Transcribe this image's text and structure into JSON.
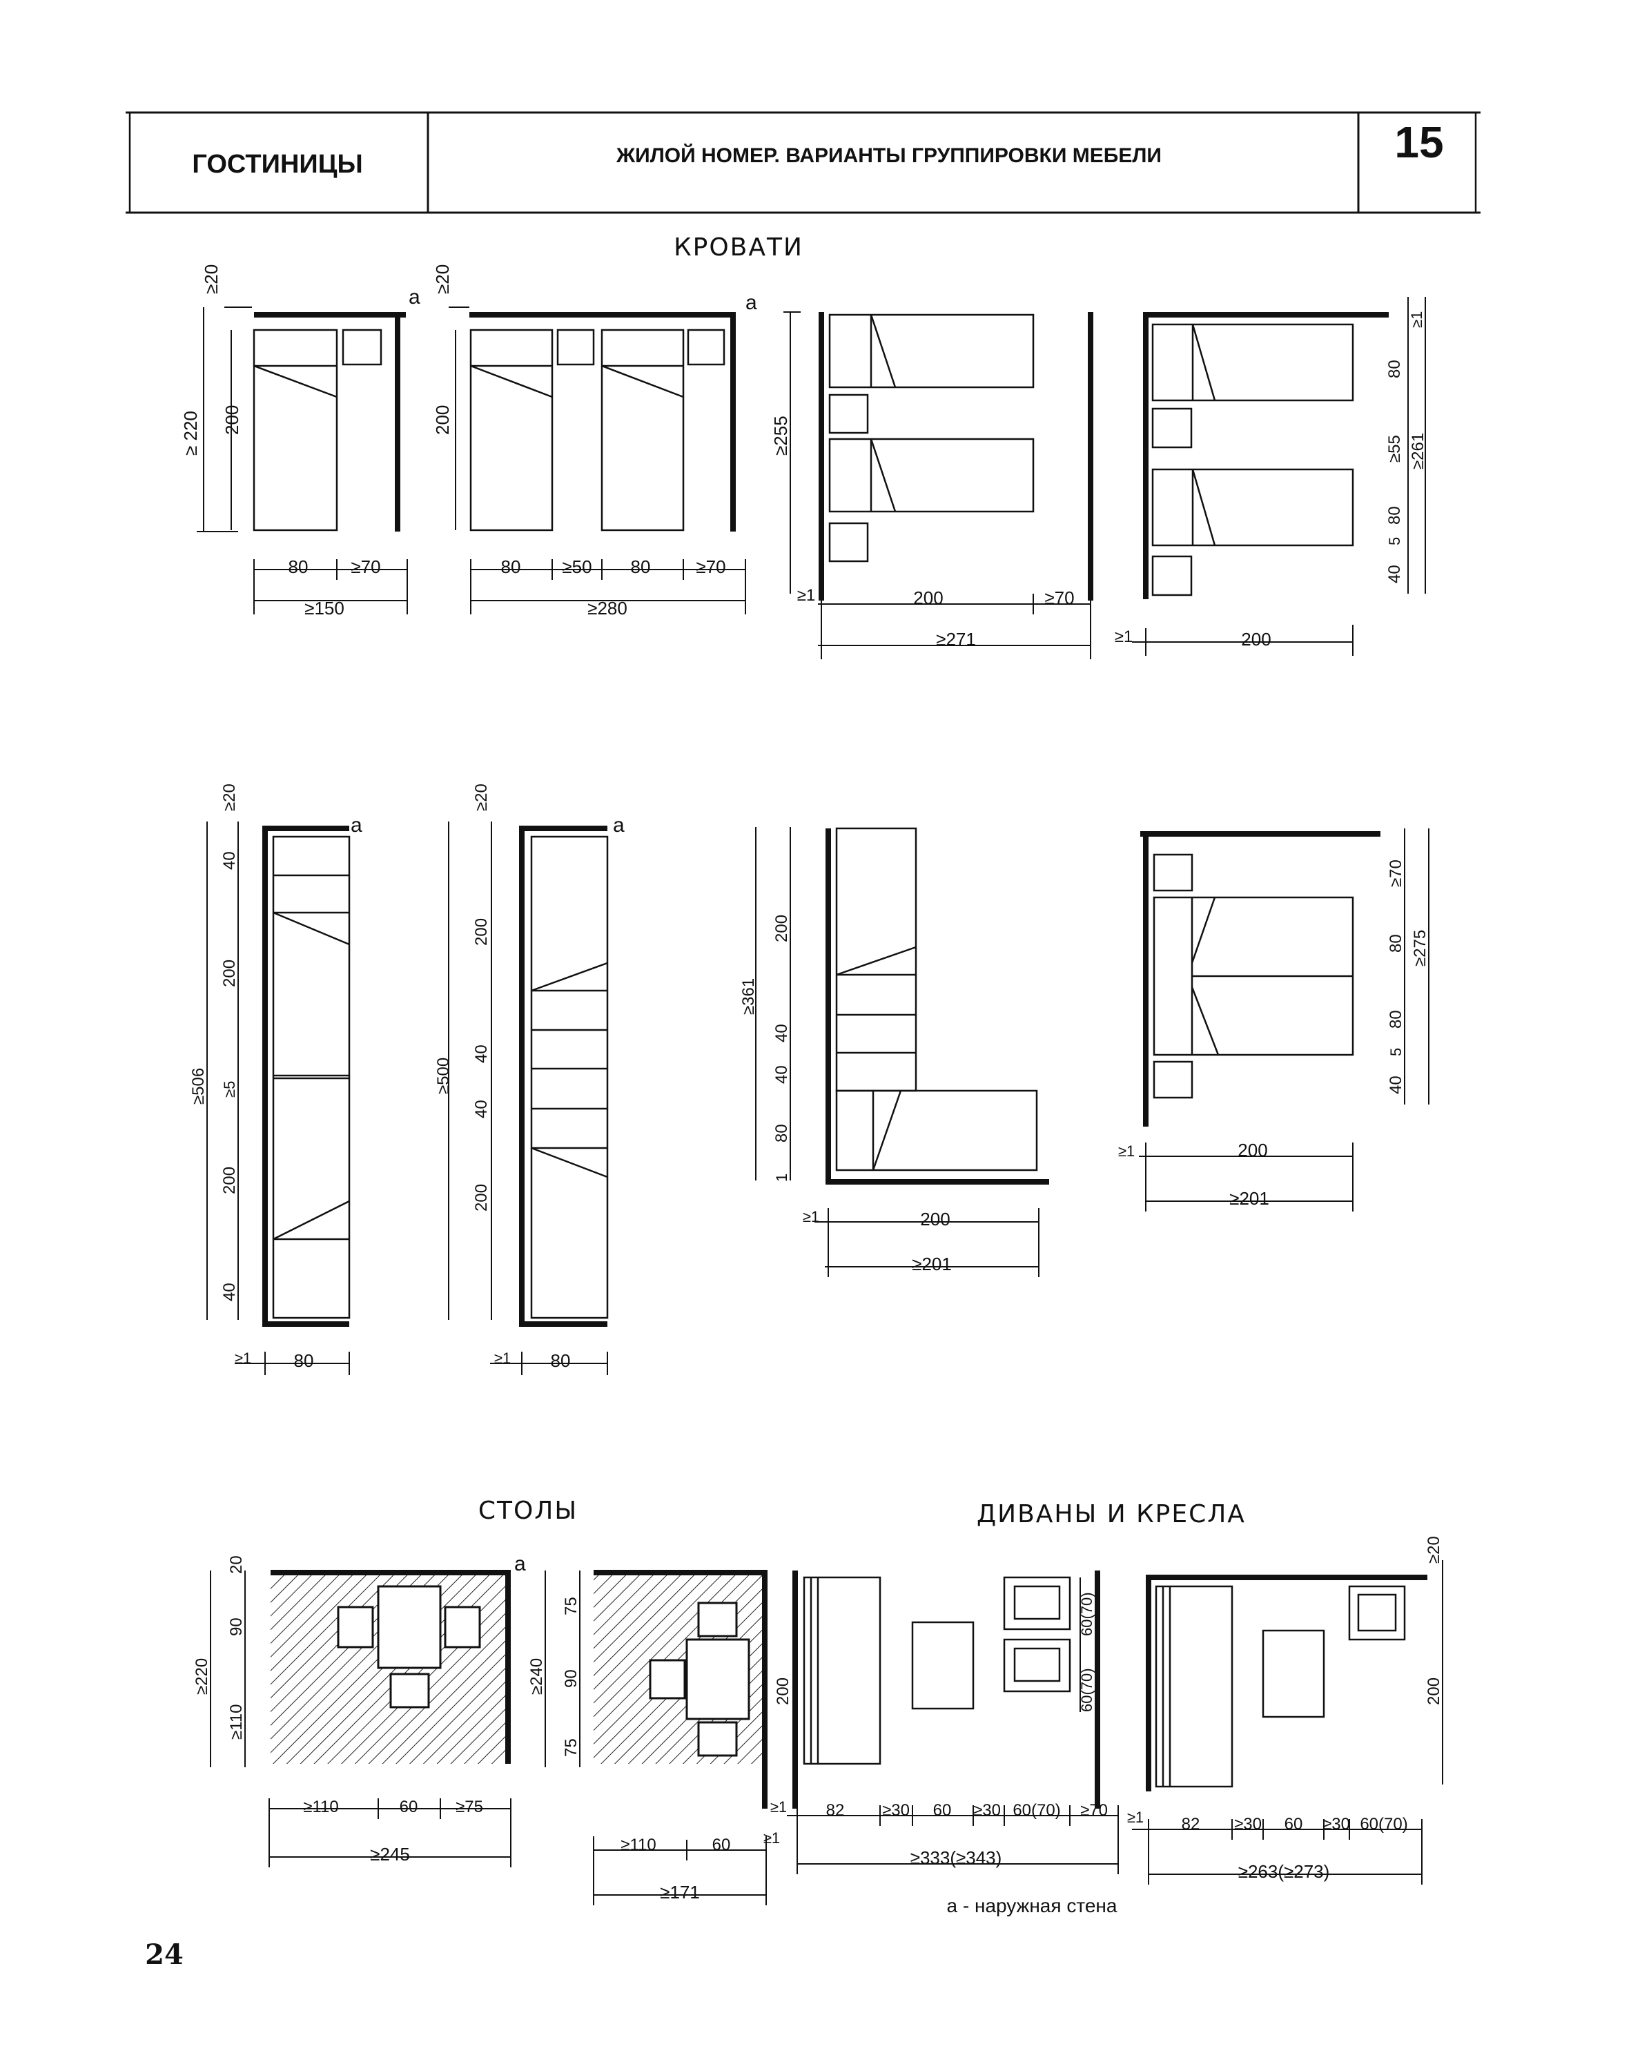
{
  "header": {
    "section": "ГОСТИНИЦЫ",
    "title": "ЖИЛОЙ НОМЕР. ВАРИАНТЫ ГРУППИРОВКИ МЕБЕЛИ",
    "number": "15"
  },
  "sections": {
    "beds": "КРОВАТИ",
    "tables": "СТОЛЫ",
    "sofas": "ДИВАНЫ И КРЕСЛА"
  },
  "wall_mark": "а",
  "legend": "а - наружная стена",
  "page_number": "24",
  "dims": {
    "b1_top": "≥20",
    "b1_h": "≥ 220",
    "b1_bed": "200",
    "b1_w": "80",
    "b1_gap": "≥70",
    "b1_total": "≥150",
    "b2_top": "≥20",
    "b2_bed": "200",
    "b2_w1": "80",
    "b2_gap1": "≥50",
    "b2_w2": "80",
    "b2_gap2": "≥70",
    "b2_total": "≥280",
    "b3_h": "≥255",
    "b3_len": "200",
    "b3_gap": "≥70",
    "b3_min": "≥1",
    "b3_total": "≥271",
    "b4_80a": "80",
    "b4_t": "≥1",
    "b4_55": "≥55",
    "b4_261": "≥261",
    "b4_80b": "80",
    "b4_5": "5",
    "b4_40": "40",
    "b4_min": "≥1",
    "b4_len": "200",
    "b5_20": "≥20",
    "b5_40a": "40",
    "b5_200a": "200",
    "b5_total": "≥506",
    "b5_5": "≥5",
    "b5_200b": "200",
    "b5_40b": "40",
    "b5_min": "≥1",
    "b5_w": "80",
    "b6_20": "≥20",
    "b6_200a": "200",
    "b6_total": "≥500",
    "b6_40a": "40",
    "b6_40b": "40",
    "b6_200b": "200",
    "b6_min": "≥1",
    "b6_w": "80",
    "b7_200": "200",
    "b7_total": "≥361",
    "b7_40a": "40",
    "b7_40b": "40",
    "b7_80": "80",
    "b7_1": "1",
    "b7_min": "≥1",
    "b7_len": "200",
    "b7_w": "≥201",
    "b8_70": "≥70",
    "b8_80a": "80",
    "b8_275": "≥275",
    "b8_80b": "80",
    "b8_5": "5",
    "b8_40": "40",
    "b8_min": "≥1",
    "b8_len": "200",
    "b8_w": "≥201",
    "t1_20": "20",
    "t1_90": "90",
    "t1_220": "≥220",
    "t1_110": "≥110",
    "t1_w1": "≥110",
    "t1_w2": "60",
    "t1_w3": "≥75",
    "t1_total": "≥245",
    "t2_75a": "75",
    "t2_240": "≥240",
    "t2_90": "90",
    "t2_75b": "75",
    "t2_w1": "≥110",
    "t2_w2": "60",
    "t2_w3": "≥1",
    "t2_total": "≥171",
    "s1_200": "200",
    "s1_min": "≥1",
    "s1_82": "82",
    "s1_30a": "≥30",
    "s1_60a": "60",
    "s1_30b": "≥30",
    "s1_6070": "60(70)",
    "s1_70": "≥70",
    "s1_total": "≥333(≥343)",
    "s1_v1": "60(70)",
    "s1_v2": "60(70)",
    "s2_20": "≥20",
    "s2_200": "200",
    "s2_min": "≥1",
    "s2_82": "82",
    "s2_30a": "≥30",
    "s2_60": "60",
    "s2_30b": "≥30",
    "s2_6070": "60(70)",
    "s2_total": "≥263(≥273)"
  }
}
